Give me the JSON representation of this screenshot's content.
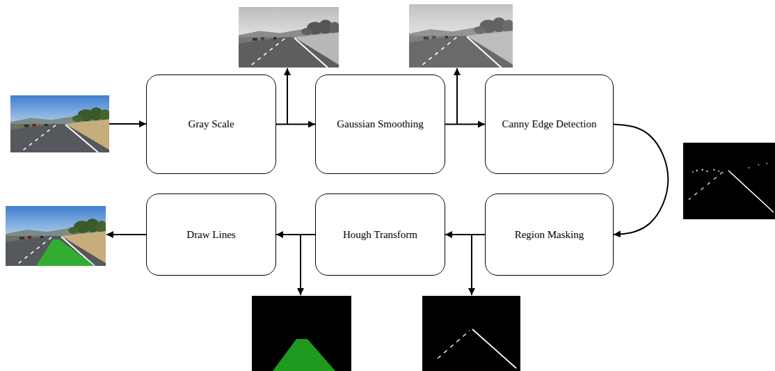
{
  "diagram": {
    "nodes": [
      {
        "text": [
          "Gray Scale"
        ]
      },
      {
        "text": [
          "Gaussian Smoothing"
        ]
      },
      {
        "text": [
          "Canny Edge Detection"
        ]
      },
      {
        "text": [
          "Region Masking"
        ]
      },
      {
        "text": [
          "Hough Transform"
        ]
      },
      {
        "text": [
          "Draw Lines"
        ]
      }
    ],
    "edges": [
      {
        "from": 0,
        "to": 1,
        "arrow": "to"
      },
      {
        "from": 1,
        "to": 2,
        "arrow": "to"
      },
      {
        "from": 2,
        "to": 3,
        "arrow": "to"
      },
      {
        "from": 3,
        "to": 4,
        "arrow": "to"
      },
      {
        "from": 4,
        "to": 5,
        "arrow": "to"
      }
    ]
  }
}
